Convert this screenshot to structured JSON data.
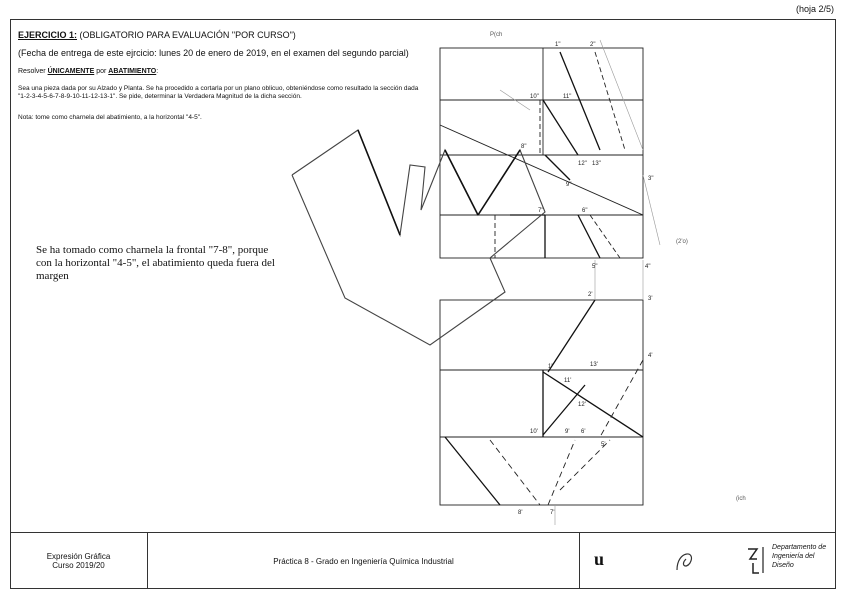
{
  "header": {
    "page": "(hoja 2/5)",
    "title_label": "EJERCICIO 1:",
    "title_rest": " (OBLIGATORIO PARA EVALUACIÓN \"POR CURSO\")",
    "delivery": "(Fecha de entrega de este ejrcicio: lunes 20 de enero de 2019, en el examen del segundo parcial)",
    "resolve_prefix": "Resolver ",
    "resolve_only": "ÚNICAMENTE",
    "resolve_por": " por ",
    "resolve_method": "ABATIMIENTO",
    "resolve_colon": ":",
    "statement": "Sea una pieza dada por su Alzado y Planta. Se ha procedido a cortarla por un plano oblicuo, obteniéndose como resultado la sección dada \"1-2-3-4-5-6-7-8-9-10-11-12-13-1\". Se pide, determinar la Verdadera Magnitud de la dicha sección.",
    "note": "Nota: tome como charnela del abatimiento, a la horizontal \"4-5\"."
  },
  "handwritten_note": "Se ha tomado como charnela la frontal \"7-8\", porque con la horizontal \"4-5\", el abatimiento queda fuera del margen",
  "elevation_labels": [
    "1\"",
    "2\"",
    "10\"",
    "11\"",
    "12\"",
    "13\"",
    "8\"",
    "9\"",
    "3\"",
    "7\"",
    "6\"",
    "5\"",
    "4\""
  ],
  "plan_labels": [
    "2'",
    "3'",
    "1'",
    "13'",
    "4'",
    "11'",
    "12'",
    "10'",
    "9'",
    "6'",
    "5'",
    "8'",
    "7'"
  ],
  "handwritten_labels": [
    "P(ch",
    "(2'o)",
    "(ich"
  ],
  "footer": {
    "subject": "Expresión Gráfica",
    "course": "Curso 2019/20",
    "practice": "Práctica 8 - Grado en Ingeniería Química Industrial",
    "logo_u": "u",
    "dept": "Departamento de Ingeniería del Diseño"
  }
}
